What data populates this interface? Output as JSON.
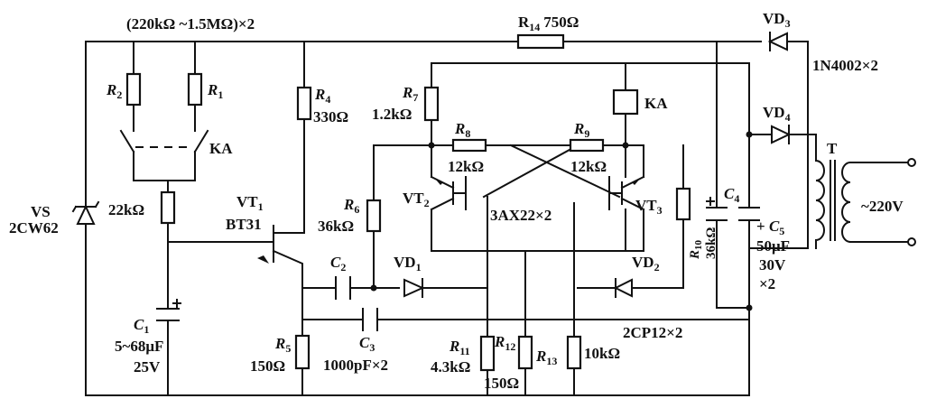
{
  "diagram": {
    "r_top_range": "(220kΩ ~1.5MΩ)×2",
    "r14": {
      "name": "R",
      "sub": "14",
      "value": "750Ω"
    },
    "vd3": {
      "name": "VD",
      "sub": "3"
    },
    "diode_part": "1N4002×2",
    "vd4": {
      "name": "VD",
      "sub": "4"
    },
    "r2": {
      "name": "R",
      "sub": "2"
    },
    "r1": {
      "name": "R",
      "sub": "1"
    },
    "ka_switch": "KA",
    "r4": {
      "name": "R",
      "sub": "4",
      "value": "330Ω"
    },
    "r7": {
      "name": "R",
      "sub": "7",
      "value": "1.2kΩ"
    },
    "ka_coil": "KA",
    "r8": {
      "name": "R",
      "sub": "8",
      "value": "12kΩ"
    },
    "r9": {
      "name": "R",
      "sub": "9",
      "value": "12kΩ"
    },
    "vs": {
      "name": "VS",
      "part": "2CW62"
    },
    "r_22k": "22kΩ",
    "vt1": {
      "name": "VT",
      "sub": "1",
      "part": "BT31"
    },
    "r6": {
      "name": "R",
      "sub": "6",
      "value": "36kΩ"
    },
    "vt2": {
      "name": "VT",
      "sub": "2"
    },
    "transistor_part": "3AX22×2",
    "vt3": {
      "name": "VT",
      "sub": "3"
    },
    "r10": {
      "name": "R",
      "sub": "10",
      "value": "36kΩ"
    },
    "c4": {
      "name": "C",
      "sub": "4"
    },
    "c5": {
      "name": "C",
      "sub": "5",
      "value": "50μF",
      "voltage": "30V",
      "count": "×2"
    },
    "transformer": "T",
    "mains": "~220V",
    "c2": {
      "name": "C",
      "sub": "2"
    },
    "vd1": {
      "name": "VD",
      "sub": "1"
    },
    "vd2": {
      "name": "VD",
      "sub": "2"
    },
    "c1": {
      "name": "C",
      "sub": "1",
      "value": "5~68μF",
      "voltage": "25V"
    },
    "c3": {
      "name": "C",
      "sub": "3",
      "value": "1000pF×2"
    },
    "zener_pair_part": "2CP12×2",
    "r5": {
      "name": "R",
      "sub": "5",
      "value": "150Ω"
    },
    "r11": {
      "name": "R",
      "sub": "11",
      "value": "4.3kΩ"
    },
    "r12": {
      "name": "R",
      "sub": "12",
      "value": "150Ω"
    },
    "r13": {
      "name": "R",
      "sub": "13",
      "value": "10kΩ"
    }
  }
}
